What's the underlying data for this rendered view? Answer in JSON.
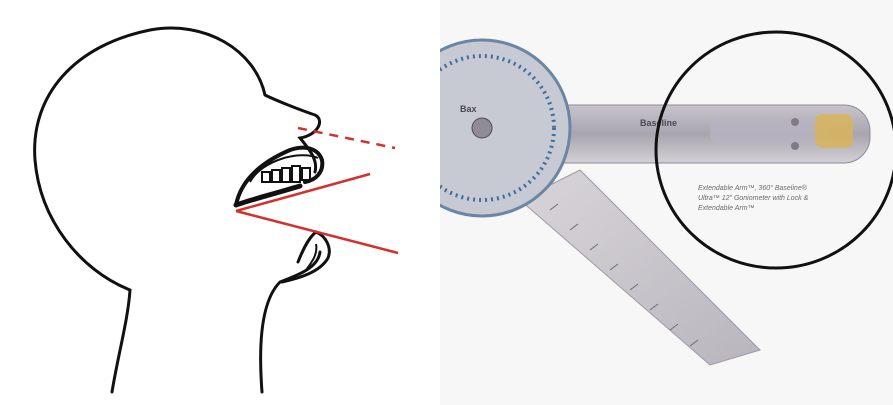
{
  "figure": {
    "left": {
      "outline_color": "#111111",
      "measure_line_color": "#d2322d"
    },
    "right": {
      "goniometer": {
        "brand_label": "Baseline",
        "logo_label": "Bax",
        "description_text": "",
        "callout_caption": [
          "Extendable Arm™, 360° Baseline®",
          "Ultra™ 12\" Goniometer with Lock &",
          "Extendable Arm™"
        ]
      },
      "circle_color": "#111111"
    }
  }
}
